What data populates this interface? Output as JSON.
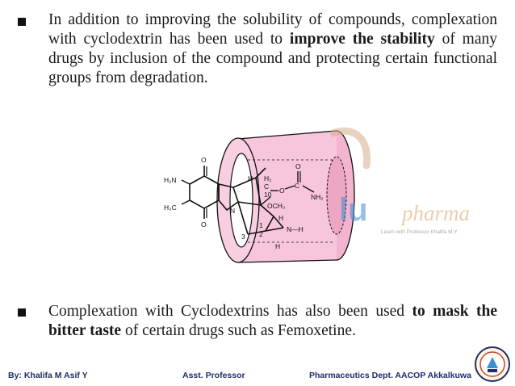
{
  "slide": {
    "paragraph1": {
      "text_before": "In addition to improving the solubility of compounds, complexation with cyclodextrin has been used to ",
      "bold": "improve the stability",
      "text_after": " of many drugs by inclusion of the compound and protecting certain functional groups from degradation."
    },
    "paragraph2": {
      "text_before": "Complexation with Cyclodextrins has also been used ",
      "bold": "to mask the bitter taste",
      "text_after": " of certain drugs such as Femoxetine."
    }
  },
  "figure": {
    "labels": {
      "h2n": "H₂N",
      "h3c": "H₃C",
      "o_top": "O",
      "o_bottom": "O",
      "n_ring": "N",
      "h_top": "H",
      "h2": "H₂",
      "c_label": "C",
      "ten": "10",
      "o_ester": "O",
      "c_carbamate": "C",
      "o_carbonyl": "O",
      "nh2": "NH₂",
      "och3": "OCH₃",
      "h_mid": "H",
      "one": "1",
      "two": "2",
      "three": "3",
      "nh": "N—H",
      "h_bottom": "H"
    }
  },
  "watermark": {
    "brand_left": "lu",
    "brand_right": "pharma",
    "tagline": "Learn      with Professor Khalifa M.Y."
  },
  "footer": {
    "author": "By: Khalifa M Asif  Y",
    "role": "Asst. Professor",
    "dept": "Pharmaceutics Dept. AACOP Akkalkuwa"
  },
  "colors": {
    "cyclodextrin_pink": "#f7c6dc",
    "cyclodextrin_edge": "#1a1a1a",
    "watermark_blue": "#3a8fd4",
    "watermark_orange": "#e0a56a",
    "footer_text": "#1f2d6a"
  }
}
